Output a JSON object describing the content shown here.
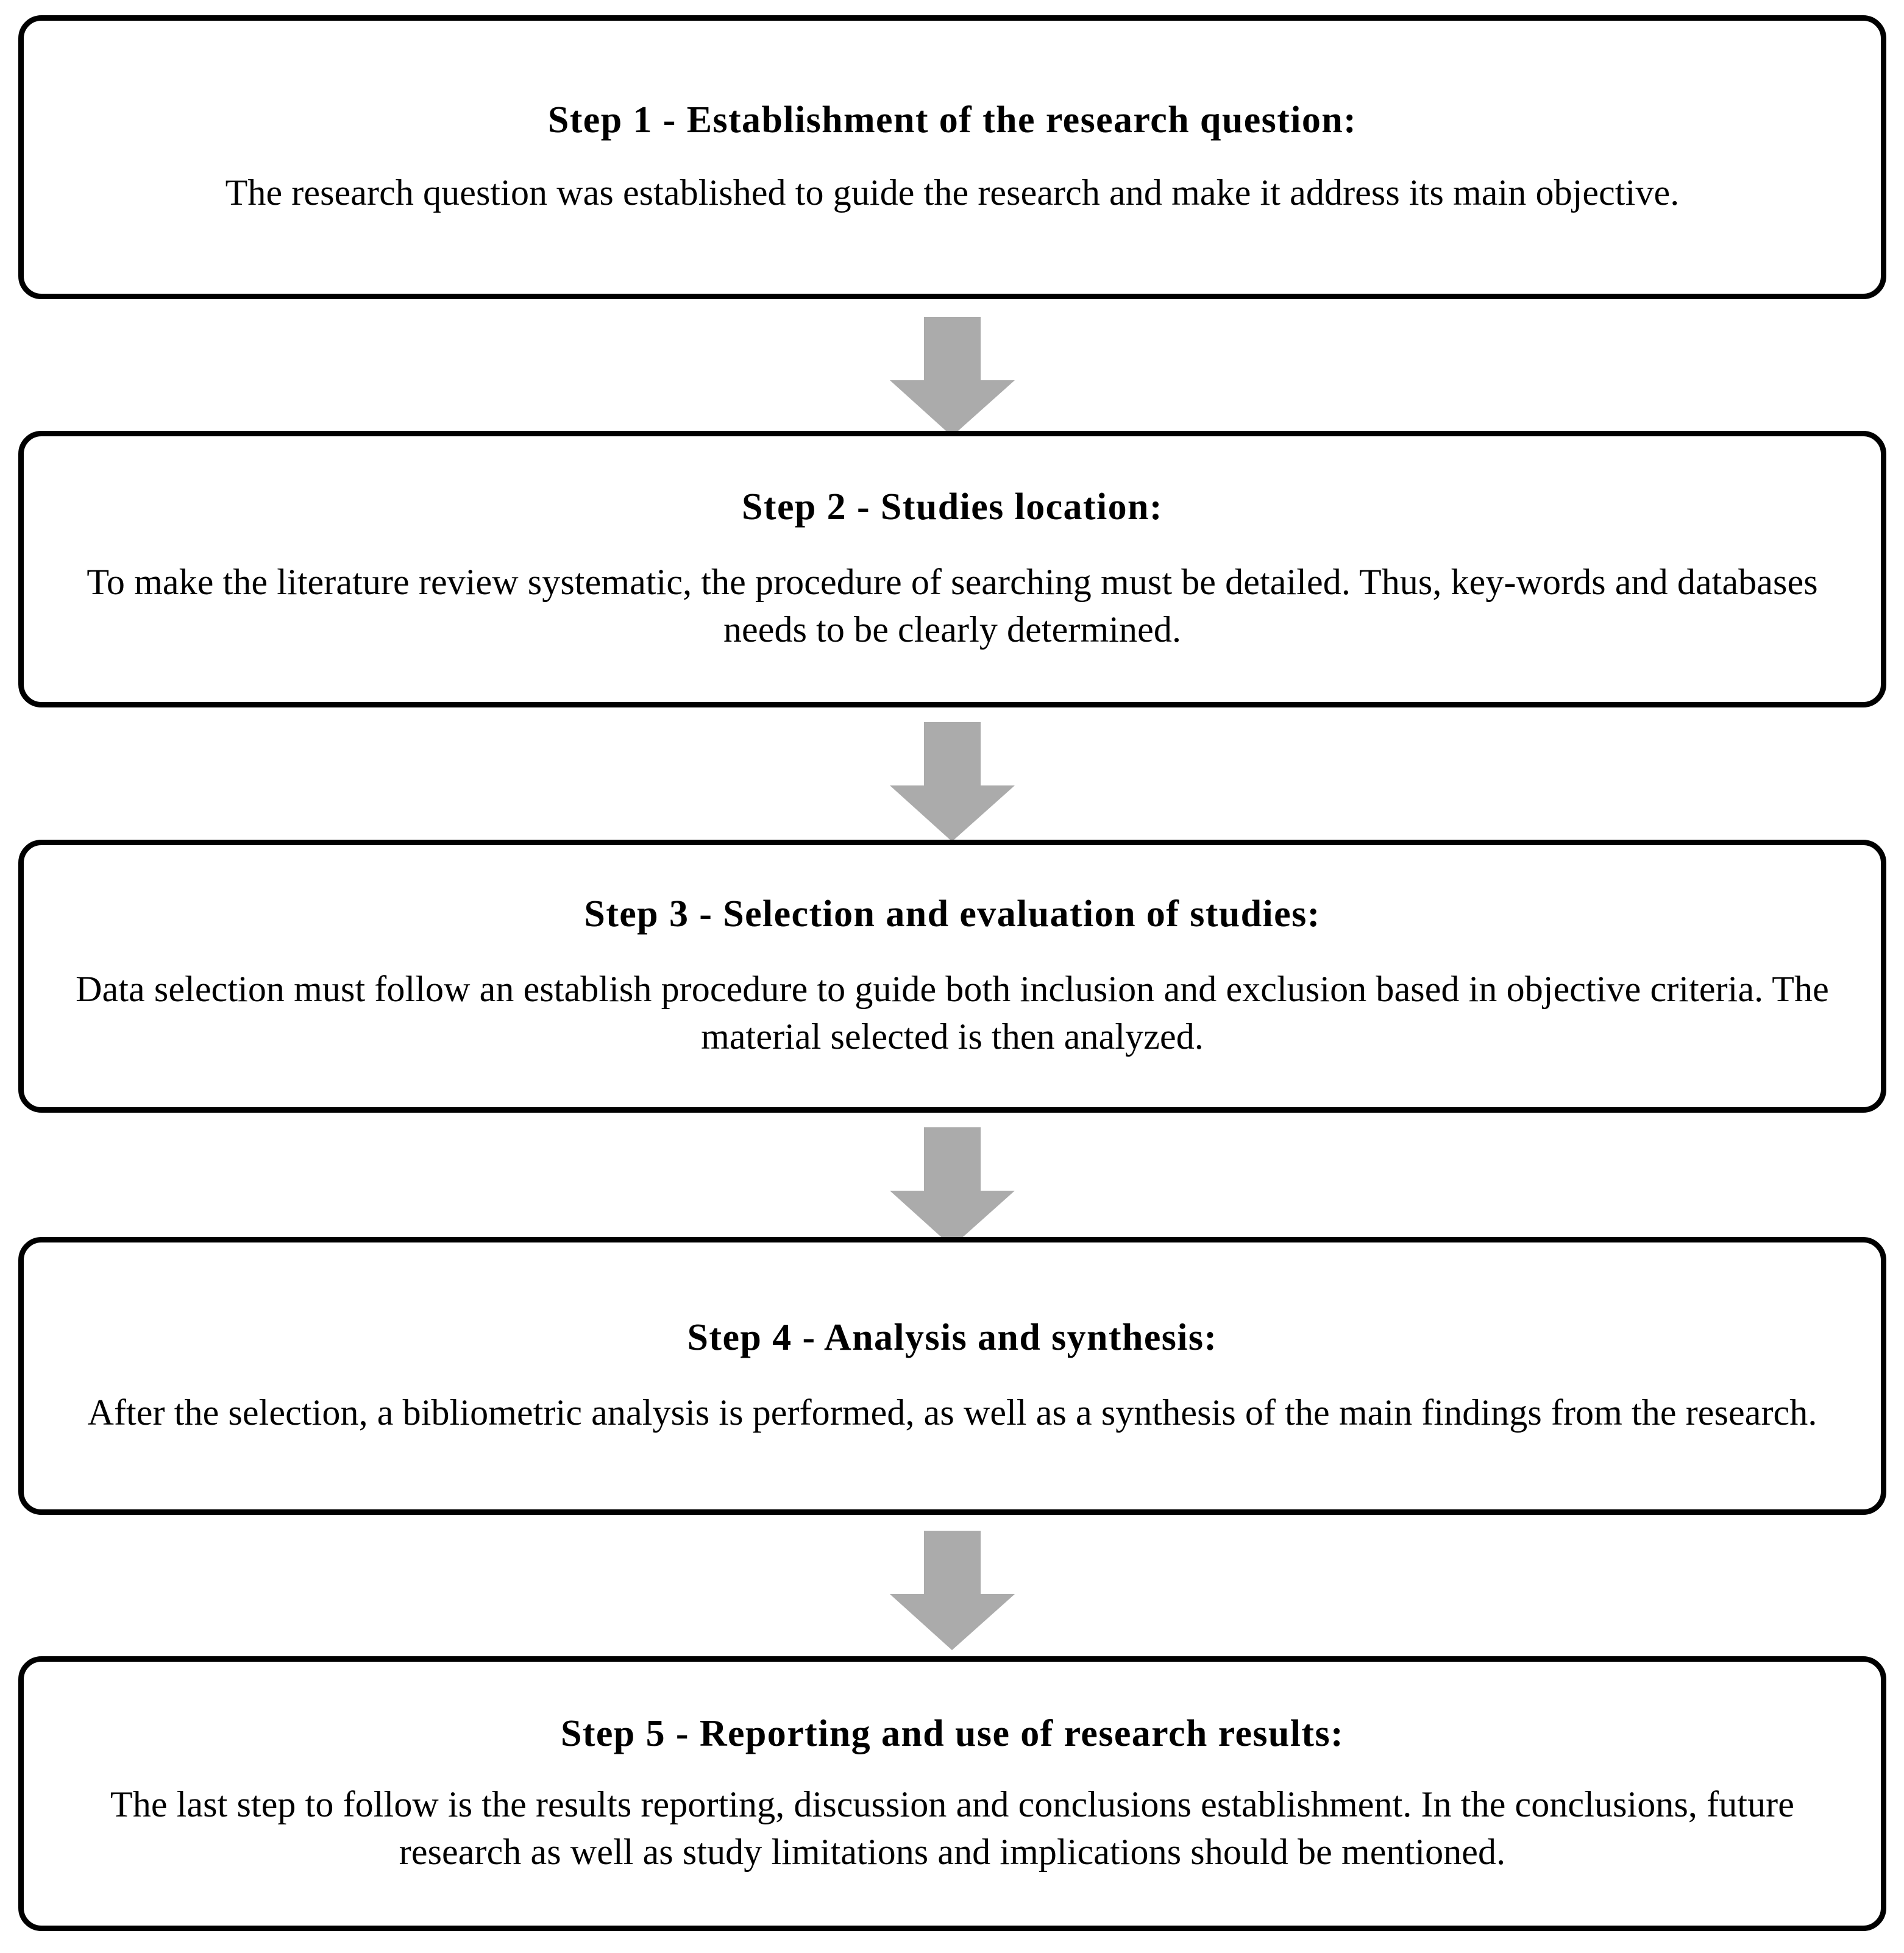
{
  "diagram": {
    "type": "vertical-flowchart",
    "orientation": "top-to-bottom",
    "box_border_color": "#000000",
    "box_fill_color": "#FFFFFF",
    "arrow_color": "#ABABAB",
    "text_color": "#000000",
    "steps": [
      {
        "id": "step-1",
        "title": "Step 1 - Establishment of the research question:",
        "body": "The research question was established to guide the research and make it address its main objective."
      },
      {
        "id": "step-2",
        "title": "Step 2 - Studies location:",
        "body": "To make the literature review systematic, the procedure of searching must be detailed. Thus, key-words and databases needs to be clearly determined."
      },
      {
        "id": "step-3",
        "title": "Step 3 - Selection and evaluation of studies:",
        "body": "Data selection must follow an establish procedure to guide both inclusion and exclusion based in objective criteria. The material selected is then analyzed."
      },
      {
        "id": "step-4",
        "title": "Step 4 - Analysis and synthesis:",
        "body": "After the selection, a bibliometric analysis is performed, as well as a synthesis of the main findings from the research."
      },
      {
        "id": "step-5",
        "title": "Step 5 - Reporting and use of research results:",
        "body": "The last step to follow is the results reporting, discussion and conclusions establishment. In the conclusions, future research as well as study limitations and implications should be mentioned."
      }
    ],
    "connectors": [
      {
        "id": "arrow-1-2",
        "from": "step-1",
        "to": "step-2",
        "icon": "arrow-down-icon"
      },
      {
        "id": "arrow-2-3",
        "from": "step-2",
        "to": "step-3",
        "icon": "arrow-down-icon"
      },
      {
        "id": "arrow-3-4",
        "from": "step-3",
        "to": "step-4",
        "icon": "arrow-down-icon"
      },
      {
        "id": "arrow-4-5",
        "from": "step-4",
        "to": "step-5",
        "icon": "arrow-down-icon"
      }
    ]
  }
}
